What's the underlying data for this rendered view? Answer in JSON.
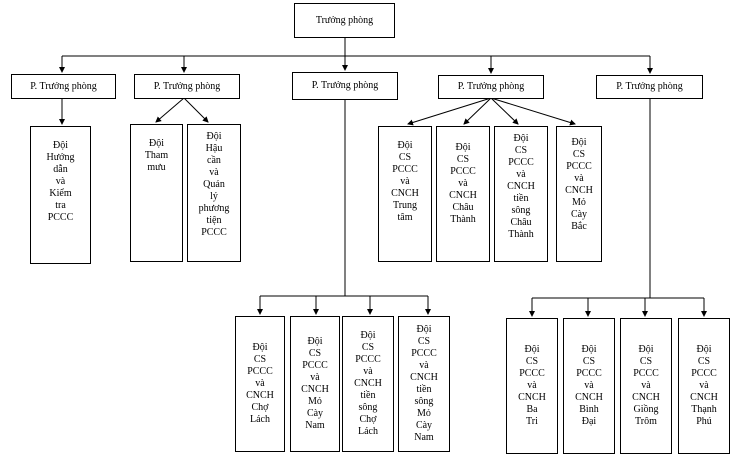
{
  "root": "Trưởng phòng",
  "deputies": [
    "P. Trưởng phòng",
    "P. Trưởng phòng",
    "P. Trưởng phòng",
    "P. Trưởng phòng",
    "P. Trưởng phòng"
  ],
  "units": {
    "huong_dan_kiem_tra": "Đội\nHướng\ndẫn\nvà\nKiểm\ntra\nPCCC",
    "tham_muu": "Đội\nTham\nmưu",
    "hau_can": "Đội\nHậu\ncần\nvà\nQuản\nlý\nphương\ntiện\nPCCC",
    "trung_tam": "Đội\nCS\nPCCC\nvà\nCNCH\nTrung\ntâm",
    "chau_thanh": "Đội\nCS\nPCCC\nvà\nCNCH\nChâu\nThành",
    "tien_song_chau_thanh": "Đội\nCS\nPCCC\nvà\nCNCH\ntiền\nsông\nChâu\nThành",
    "mo_cay_bac": "Đội\nCS\nPCCC\nvà\nCNCH\nMỏ\nCày\nBắc",
    "cho_lach": "Đội\nCS\nPCCC\nvà\nCNCH\nChợ\nLách",
    "mo_cay_nam": "Đội\nCS\nPCCC\nvà\nCNCH\nMỏ\nCày\nNam",
    "tien_song_cho_lach": "Đội\nCS\nPCCC\nvà\nCNCH\ntiền\nsông\nChợ\nLách",
    "tien_song_mo_cay_nam": "Đội\nCS\nPCCC\nvà\nCNCH\ntiền\nsông\nMỏ\nCày\nNam",
    "ba_tri": "Đội\nCS\nPCCC\nvà\nCNCH\nBa\nTri",
    "binh_dai": "Đội\nCS\nPCCC\nvà\nCNCH\nBình\nĐại",
    "giong_trom": "Đội\nCS\nPCCC\nvà\nCNCH\nGiồng\nTrôm",
    "thanh_phu": "Đội\nCS\nPCCC\nvà\nCNCH\nThạnh\nPhú"
  }
}
